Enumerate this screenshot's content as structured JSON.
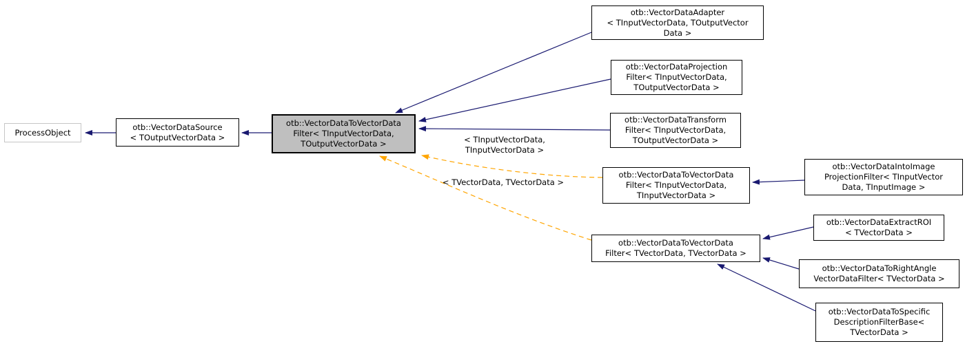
{
  "diagram": {
    "title": "Inheritance graph for otb::VectorDataToVectorDataFilter",
    "colors": {
      "background": "#ffffff",
      "inheritance_edge": "#191970",
      "template_edge": "#ffa500",
      "node_border": "#000000",
      "external_node_border": "#c6c6c6",
      "highlight_node_fill": "#bfbfbf",
      "node_fill": "#ffffff",
      "text": "#000000"
    },
    "nodes": [
      {
        "id": "process-object",
        "label": "ProcessObject",
        "type": "external"
      },
      {
        "id": "vector-data-source",
        "label": "otb::VectorDataSource\n< TOutputVectorData >",
        "type": "class"
      },
      {
        "id": "vector-data-to-vector-data-filter",
        "label": "otb::VectorDataToVectorData\nFilter< TInputVectorData,\nTOutputVectorData >",
        "type": "current"
      },
      {
        "id": "vector-data-adapter",
        "label": "otb::VectorDataAdapter\n< TInputVectorData, TOutputVector\nData >",
        "type": "class"
      },
      {
        "id": "vector-data-projection-filter",
        "label": "otb::VectorDataProjection\nFilter< TInputVectorData,\nTOutputVectorData >",
        "type": "class"
      },
      {
        "id": "vector-data-transform-filter",
        "label": "otb::VectorDataTransform\nFilter< TInputVectorData,\nTOutputVectorData >",
        "type": "class"
      },
      {
        "id": "vector-data-to-vector-data-filter-tinput",
        "label": "otb::VectorDataToVectorData\nFilter< TInputVectorData,\nTInputVectorData >",
        "type": "class"
      },
      {
        "id": "vector-data-into-image-projection-filter",
        "label": "otb::VectorDataIntoImage\nProjectionFilter< TInputVector\nData, TInputImage >",
        "type": "class"
      },
      {
        "id": "vector-data-to-vector-data-filter-tvector",
        "label": "otb::VectorDataToVectorData\nFilter< TVectorData, TVectorData >",
        "type": "class"
      },
      {
        "id": "vector-data-extract-roi",
        "label": "otb::VectorDataExtractROI\n< TVectorData >",
        "type": "class"
      },
      {
        "id": "vector-data-to-right-angle",
        "label": "otb::VectorDataToRightAngle\nVectorDataFilter< TVectorData >",
        "type": "class"
      },
      {
        "id": "vector-data-to-specific",
        "label": "otb::VectorDataToSpecific\nDescriptionFilterBase<\nTVectorData >",
        "type": "class"
      }
    ],
    "edge_labels": [
      {
        "id": "tinput-instantiation",
        "text": "< TInputVectorData,\nTInputVectorData >"
      },
      {
        "id": "tvector-instantiation",
        "text": "< TVectorData, TVectorData >"
      }
    ],
    "edges": [
      {
        "from": "vector-data-source",
        "to": "process-object",
        "type": "inheritance"
      },
      {
        "from": "vector-data-to-vector-data-filter",
        "to": "vector-data-source",
        "type": "inheritance"
      },
      {
        "from": "vector-data-adapter",
        "to": "vector-data-to-vector-data-filter",
        "type": "inheritance"
      },
      {
        "from": "vector-data-projection-filter",
        "to": "vector-data-to-vector-data-filter",
        "type": "inheritance"
      },
      {
        "from": "vector-data-transform-filter",
        "to": "vector-data-to-vector-data-filter",
        "type": "inheritance"
      },
      {
        "from": "vector-data-into-image-projection-filter",
        "to": "vector-data-to-vector-data-filter-tinput",
        "type": "inheritance"
      },
      {
        "from": "vector-data-extract-roi",
        "to": "vector-data-to-vector-data-filter-tvector",
        "type": "inheritance"
      },
      {
        "from": "vector-data-to-right-angle",
        "to": "vector-data-to-vector-data-filter-tvector",
        "type": "inheritance"
      },
      {
        "from": "vector-data-to-specific",
        "to": "vector-data-to-vector-data-filter-tvector",
        "type": "inheritance"
      },
      {
        "from": "vector-data-to-vector-data-filter-tinput",
        "to": "vector-data-to-vector-data-filter",
        "type": "template-instantiation",
        "label": "< TInputVectorData,\nTInputVectorData >"
      },
      {
        "from": "vector-data-to-vector-data-filter-tvector",
        "to": "vector-data-to-vector-data-filter",
        "type": "template-instantiation",
        "label": "< TVectorData, TVectorData >"
      }
    ]
  }
}
